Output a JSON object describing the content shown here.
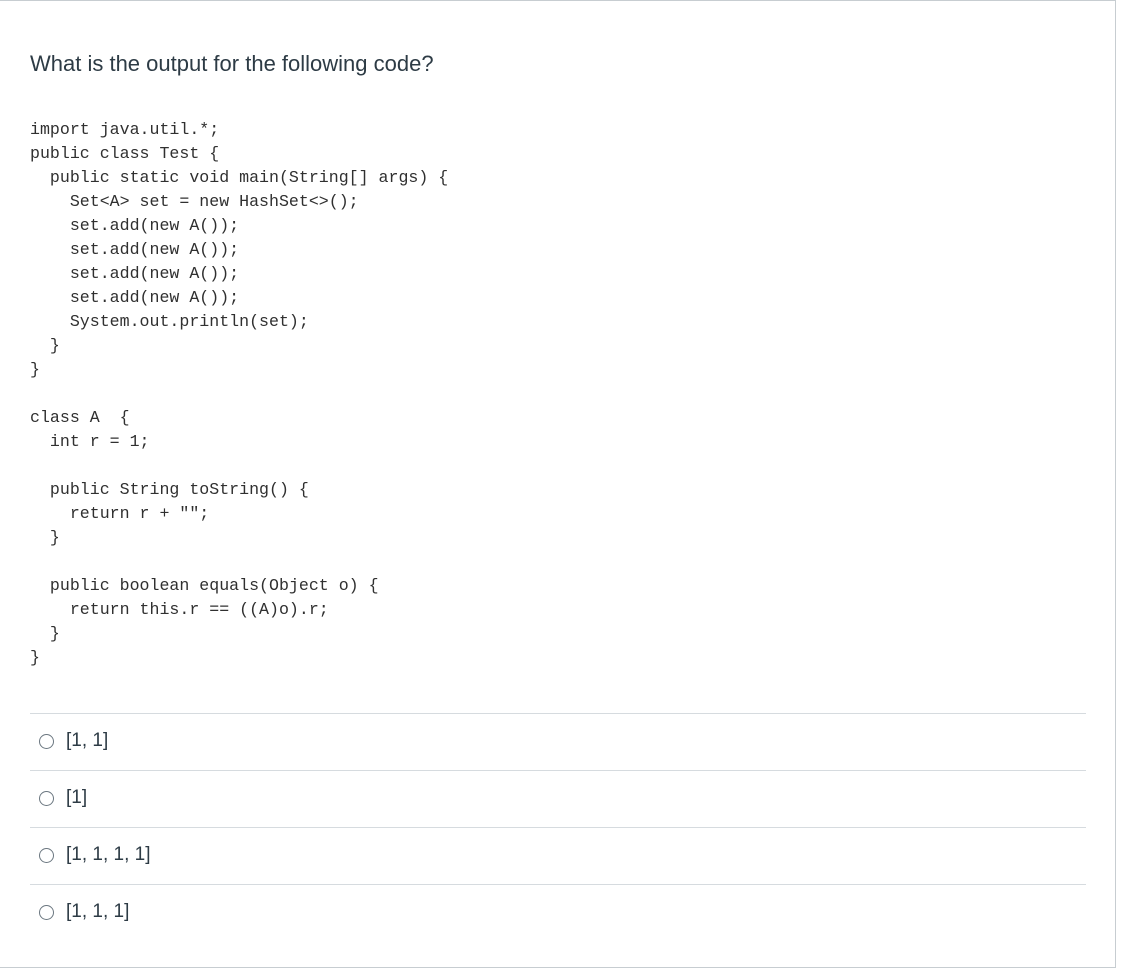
{
  "question": {
    "prompt": "What is the output for the following code?",
    "code_lines": [
      "import java.util.*;",
      "public class Test {",
      "  public static void main(String[] args) {",
      "    Set<A> set = new HashSet<>();",
      "    set.add(new A());",
      "    set.add(new A());",
      "    set.add(new A());",
      "    set.add(new A());",
      "    System.out.println(set);",
      "  }",
      "}",
      "",
      "class A  {",
      "  int r = 1;",
      "",
      "  public String toString() {",
      "    return r + \"\";",
      "  }",
      "",
      "  public boolean equals(Object o) {",
      "    return this.r == ((A)o).r;",
      "  }",
      "}"
    ]
  },
  "answers": [
    {
      "label": "[1, 1]"
    },
    {
      "label": "[1]"
    },
    {
      "label": "[1, 1, 1, 1]"
    },
    {
      "label": "[1, 1, 1]"
    }
  ],
  "colors": {
    "text": "#2d3b45",
    "divider": "#d6dbdf",
    "frame_border": "#c7cdd1",
    "radio_border": "#6b7780"
  }
}
